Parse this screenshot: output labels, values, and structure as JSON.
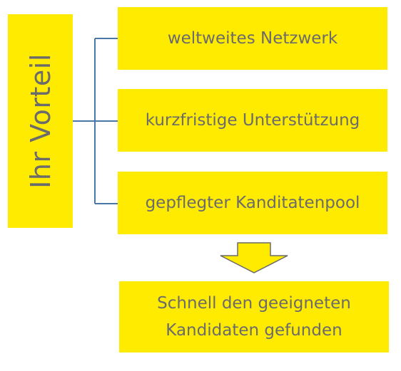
{
  "diagram": {
    "side_label": "Ihr Vorteil",
    "items": [
      {
        "label": "weltweites Netzwerk"
      },
      {
        "label": "kurzfristige Unterstützung"
      },
      {
        "label": "gepflegter Kanditatenpool"
      }
    ],
    "result": {
      "line1": "Schnell den geeigneten",
      "line2": "Kandidaten gefunden"
    },
    "colors": {
      "box_fill": "#ffeb00",
      "text": "#6b6b6b",
      "connector": "#4a78a8",
      "arrow_outline": "#6b6b6b"
    }
  }
}
